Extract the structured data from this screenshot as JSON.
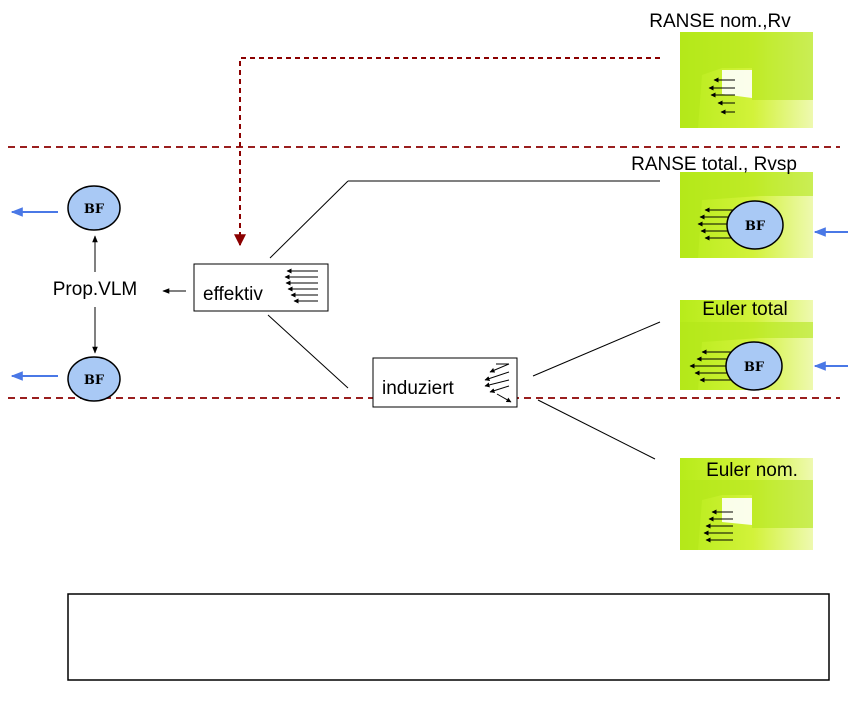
{
  "labels": {
    "ranse_nom": "RANSE nom.,Rv",
    "ranse_total": "RANSE total., Rvsp",
    "euler_total": "Euler total",
    "euler_nom": "Euler nom.",
    "prop_vlm": "Prop.VLM",
    "effektiv": "effektiv",
    "induziert": "induziert",
    "bf": "BF"
  },
  "colors": {
    "flow_arrow": "#4a78e6",
    "bf_fill": "#a9c9f5",
    "section_divider": "#9a1f1f",
    "feedback_arrow": "#8b0000",
    "hull_green": "#c8f000"
  },
  "caption_box": {
    "text": ""
  }
}
